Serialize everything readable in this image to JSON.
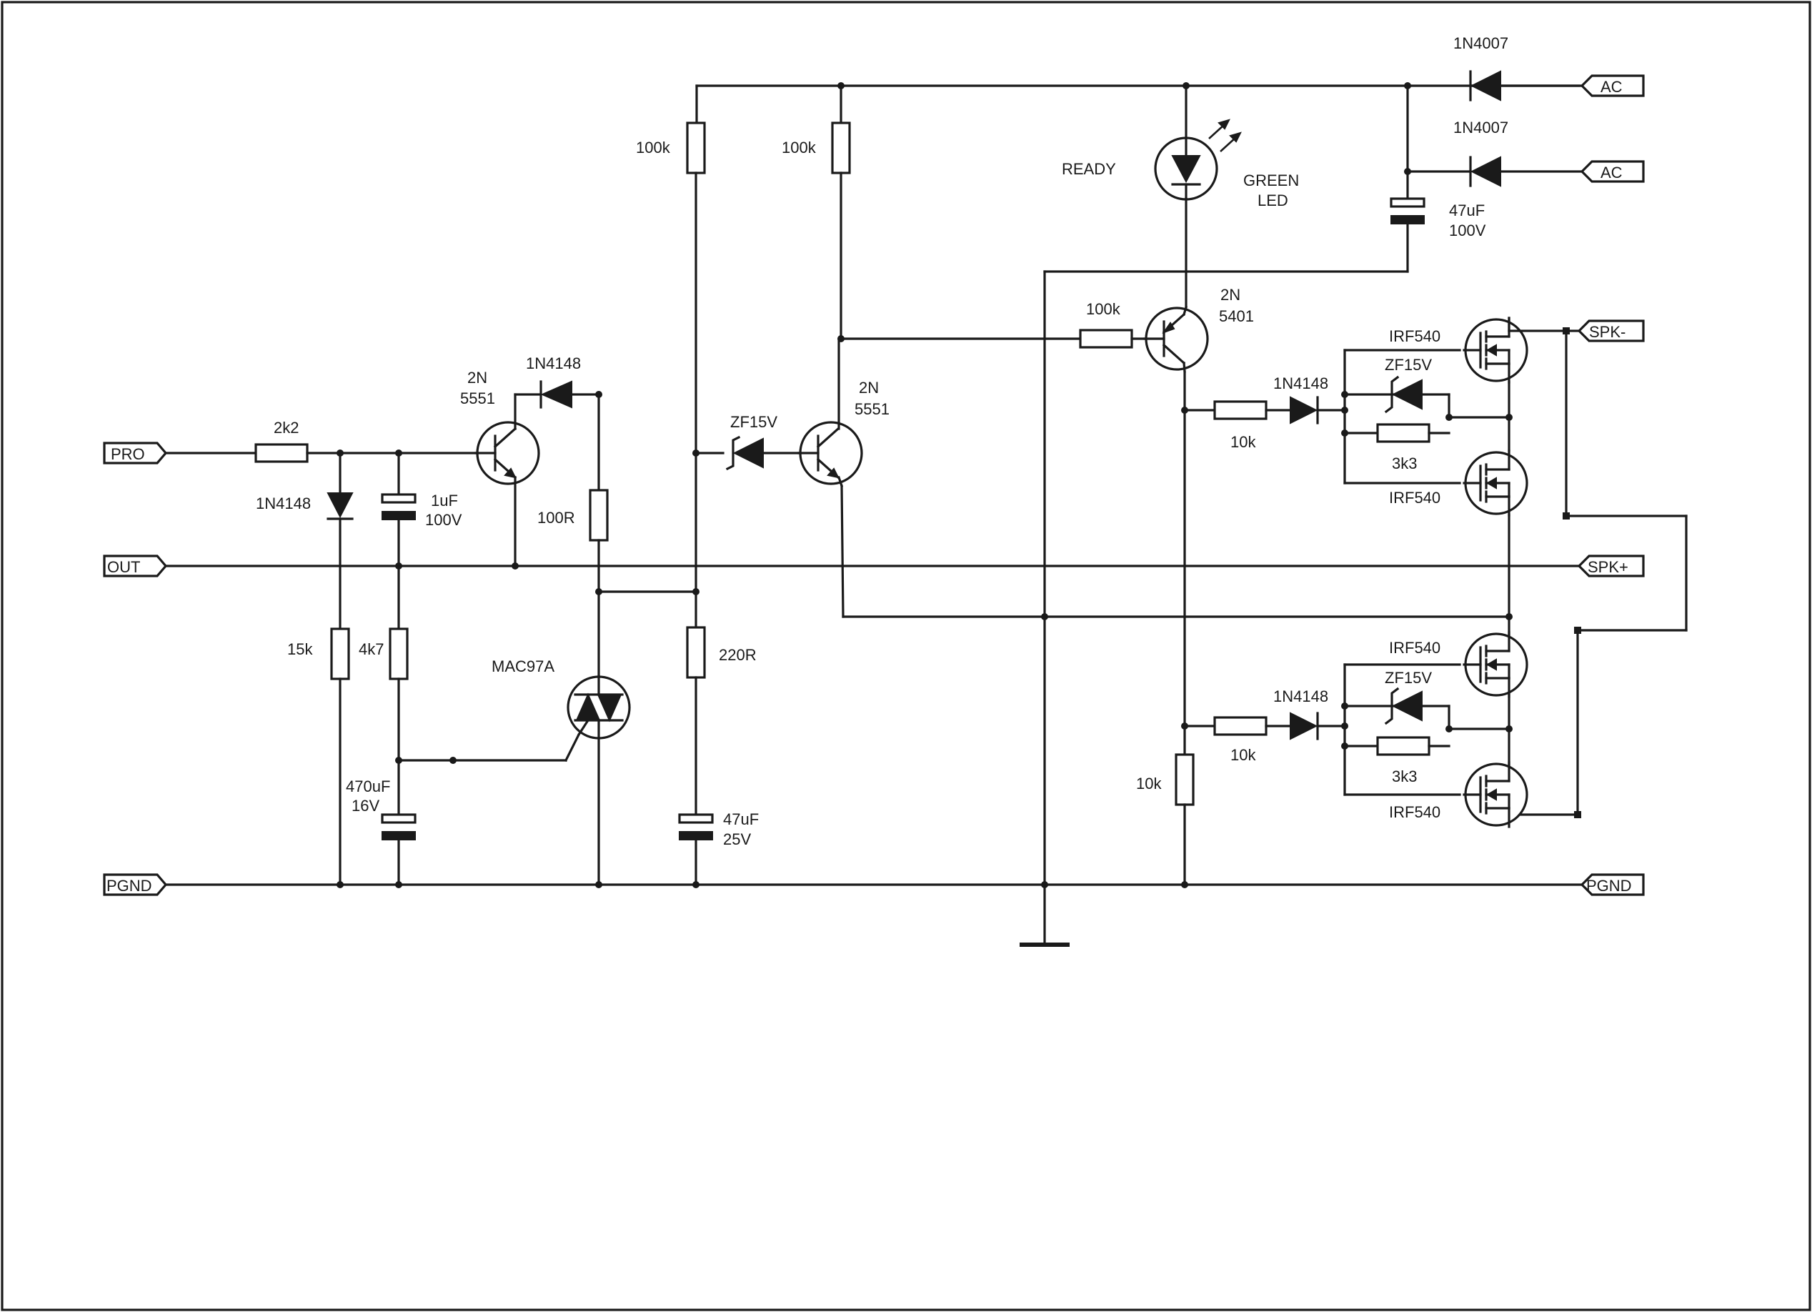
{
  "ports": {
    "pro": "PRO",
    "out": "OUT",
    "pgnd_left": "PGND",
    "pgnd_right": "PGND",
    "ac_1": "AC",
    "ac_2": "AC",
    "spk_minus": "SPK-",
    "spk_plus": "SPK+"
  },
  "components": {
    "r_2k2": "2k2",
    "d_1n4148_input": "1N4148",
    "c_1uf": "1uF",
    "c_1uf_voltage": "100V",
    "r_15k": "15k",
    "r_4k7": "4k7",
    "c_470uf": "470uF",
    "c_470uf_voltage": "16V",
    "q1_line1": "2N",
    "q1_line2": "5551",
    "d_1n4148_q1": "1N4148",
    "r_100r": "100R",
    "triac": "MAC97A",
    "r_100k_a": "100k",
    "r_220r": "220R",
    "c_47uf_25v": "47uF",
    "c_47uf_25v_voltage": "25V",
    "zener_zf15v_main": "ZF15V",
    "q2_line1": "2N",
    "q2_line2": "5551",
    "r_100k_b": "100k",
    "led_ready": "READY",
    "led_color_line1": "GREEN",
    "led_color_line2": "LED",
    "r_100k_base": "100k",
    "q3_line1": "2N",
    "q3_line2": "5401",
    "d_1n4007_top": "1N4007",
    "d_1n4007_bottom": "1N4007",
    "c_47uf_100v": "47uF",
    "c_47uf_100v_voltage": "100V",
    "r_10k_upper_series": "10k",
    "d_1n4148_upper": "1N4148",
    "zener_zf15v_upper": "ZF15V",
    "r_3k3_upper": "3k3",
    "mosfet_irf540_1": "IRF540",
    "mosfet_irf540_2": "IRF540",
    "r_10k_lower_series": "10k",
    "d_1n4148_lower": "1N4148",
    "zener_zf15v_lower": "ZF15V",
    "r_3k3_lower": "3k3",
    "mosfet_irf540_3": "IRF540",
    "mosfet_irf540_4": "IRF540",
    "r_10k_shunt": "10k"
  }
}
